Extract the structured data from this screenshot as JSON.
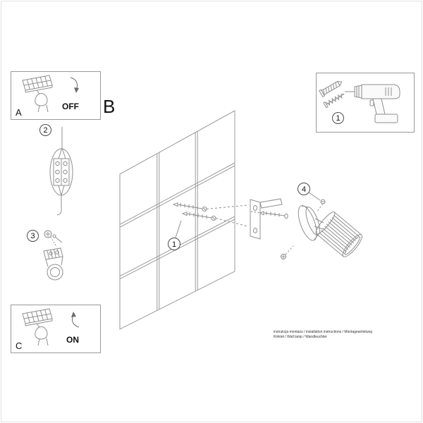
{
  "sections": {
    "b": "B"
  },
  "panel_off": {
    "letter": "A",
    "state": "OFF"
  },
  "panel_on": {
    "letter": "C",
    "state": "ON"
  },
  "steps": {
    "one": "1",
    "two": "2",
    "three": "3",
    "four": "4"
  },
  "footer": {
    "line1": "instrukcja montażu / installation instructions / Montageanleitung",
    "line2": "Kinkiet / Wall lamp / Wandleuchter"
  },
  "colors": {
    "line": "#8f8f8f",
    "border": "#9a9a9a"
  }
}
